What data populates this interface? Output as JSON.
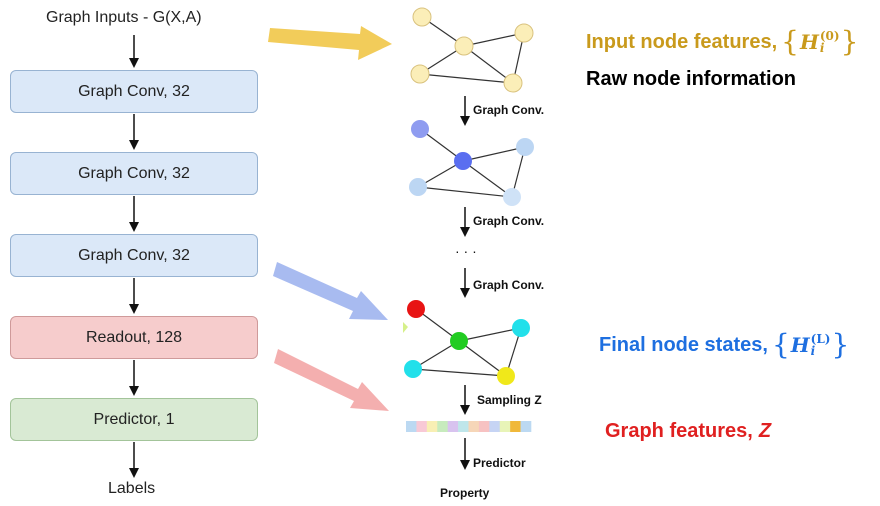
{
  "flowchart": {
    "input_label": "Graph Inputs - G(X,A)",
    "layers": [
      {
        "label": "Graph Conv, 32",
        "kind": "conv"
      },
      {
        "label": "Graph Conv, 32",
        "kind": "conv"
      },
      {
        "label": "Graph Conv, 32",
        "kind": "conv"
      },
      {
        "label": "Readout, 128",
        "kind": "readout"
      },
      {
        "label": "Predictor, 1",
        "kind": "predictor"
      }
    ],
    "output_label": "Labels"
  },
  "pipeline": {
    "steps": [
      "Graph Conv.",
      "Graph Conv.",
      "Graph Conv.",
      "Sampling Z",
      "Predictor"
    ],
    "ellipsis": "· · ·",
    "output": "Property"
  },
  "annotations": {
    "input_features": {
      "text": "Input node features,",
      "color": "#c99a1c",
      "symbol": "H",
      "superscript": "(0)",
      "subscript": "i"
    },
    "raw_info": {
      "text": "Raw node information",
      "color": "#000000"
    },
    "final_states": {
      "text": "Final node states,",
      "color": "#1e6fe0",
      "symbol": "H",
      "superscript": "(L)",
      "subscript": "i"
    },
    "graph_features": {
      "text": "Graph features,",
      "symbol": "Z",
      "color": "#e02020"
    }
  },
  "colors": {
    "arrow_yellow": "#f2cc5a",
    "arrow_blue": "#9fb4ee",
    "arrow_pink": "#f3a6a6",
    "node_pale": "#fbeeb8",
    "node_blue_dark": "#5a6ef0",
    "node_blue_mid": "#8f9cf0",
    "node_blue_light": "#bcd6f3",
    "node_red": "#e81414",
    "node_green": "#22cc22",
    "node_cyan": "#22e0ea",
    "node_yellow": "#f0e81a"
  },
  "feature_bar_colors": [
    "#bcd9f2",
    "#f8c9d6",
    "#f8efb4",
    "#c7ebbd",
    "#d8c3ef",
    "#bfe6ea",
    "#f6d6b8",
    "#f7c2c2",
    "#c6d4f4",
    "#e8f4b8",
    "#f0b83a",
    "#bcd9f2"
  ]
}
